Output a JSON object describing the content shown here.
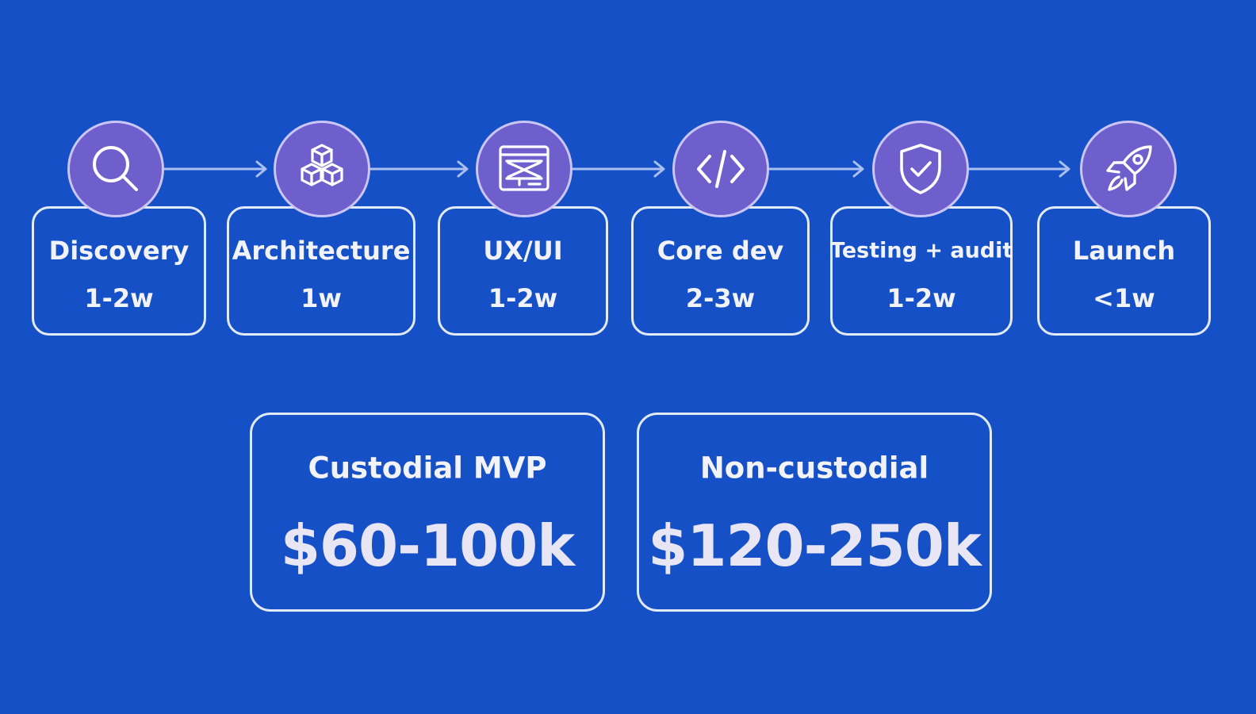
{
  "colors": {
    "background": "#1650c6",
    "circle_fill": "#6e5fcc",
    "outline": "#ffffff"
  },
  "steps": [
    {
      "label": "Discovery",
      "duration": "1-2w",
      "icon": "search-icon"
    },
    {
      "label": "Architecture",
      "duration": "1w",
      "icon": "cubes-icon"
    },
    {
      "label": "UX/UI",
      "duration": "1-2w",
      "icon": "wireframe-icon"
    },
    {
      "label": "Core dev",
      "duration": "2-3w",
      "icon": "code-icon"
    },
    {
      "label": "Testing + audit",
      "duration": "1-2w",
      "icon": "shield-check-icon"
    },
    {
      "label": "Launch",
      "duration": "<1w",
      "icon": "rocket-icon"
    }
  ],
  "pricing": [
    {
      "title": "Custodial MVP",
      "price": "$60-100k"
    },
    {
      "title": "Non-custodial",
      "price": "$120-250k"
    }
  ]
}
